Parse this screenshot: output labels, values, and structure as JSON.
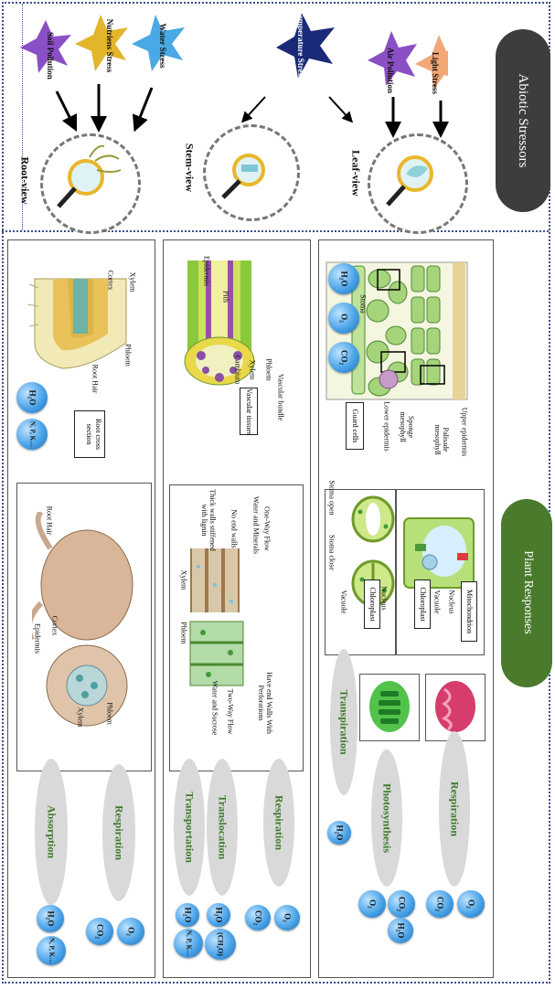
{
  "abiotic": {
    "title": "Abiotic Stressors",
    "stressors": [
      "Soil Pollution",
      "Nutriens Stress",
      "Water Stress",
      "Temperature Stress",
      "Air Pollution",
      "Light Stress"
    ],
    "views": [
      "Root-view",
      "Stem-view",
      "Leaf-view"
    ]
  },
  "plant_responses": {
    "title": "Plant Responses"
  },
  "leaf": {
    "labels": {
      "stoma": "Stoma",
      "upper_epidermis": "Upper epidermis",
      "palisade": "Palisade mesophyll",
      "sponge": "Sponge mesophyll",
      "lower_epidermis": "Lower epidermis",
      "guard_cells": "Guard cells",
      "stoma_open": "Stoma open",
      "stoma_close": "Stoma close",
      "vacuole_a": "Vacuole",
      "chloroplast_a": "Chloroplast",
      "nucleus_a": "Nucleus",
      "mitochondrion": "Mitochondrion",
      "nucleus_b": "Nucleus",
      "vacuole_b": "Vacuole",
      "chloroplast_b": "Chloroplast"
    },
    "inputs": [
      "H₂O",
      "O₂",
      "CO₂"
    ],
    "processes": {
      "transpiration": "Transpiration",
      "photosynthesis": "Photosynthesis",
      "respiration": "Respiration"
    },
    "transp_out": "H₂O",
    "photo_out": [
      "O₂",
      "CO₂",
      "H₂O"
    ],
    "resp_out": [
      "CO₂",
      "O₂"
    ]
  },
  "stem": {
    "labels": {
      "epidermis": "Epidermis",
      "pith": "Pith",
      "phloem": "Phloem",
      "xylem": "Xylem",
      "cambium": "Cambium",
      "vascular_bundle": "Vascular bundle",
      "vascular_tissues": "Vascular tissues",
      "xylem_flow": "One-Way Flow",
      "xylem_water": "Water and Minerals",
      "xylem_noend": "No end walls",
      "xylem_walls": "Thick walls stiffened with lignin",
      "xylem_title": "Xylem",
      "phloem_title": "Phloem",
      "phloem_walls": "Have end Walls With Perforations",
      "phloem_flow": "Two-Way Flow",
      "phloem_sucrose": "Water and Sucrose"
    },
    "processes": {
      "respiration": "Respiration",
      "translocation": "Translocation",
      "transportation": "Transportation"
    },
    "resp_out": [
      "O₂",
      "CO₂"
    ],
    "transl_out": [
      "(CH₂O)",
      "H₂O"
    ],
    "transp_out": [
      "N, P, K…",
      "H₂O"
    ]
  },
  "root": {
    "labels": {
      "xylem": "Xylem",
      "cortex": "Cortex",
      "phloem": "Phloem",
      "root_hair": "Root Hair",
      "root_cross": "Root cross section",
      "root_hair_b": "Root Hair",
      "cortex_b": "Cortex",
      "epidermis_b": "Epidermis",
      "phloem_b": "Phloem",
      "xylem_b": "Xylem"
    },
    "inputs": [
      "H₂O",
      "N, P, K…"
    ],
    "processes": {
      "respiration": "Respiration",
      "absorption": "Absorption"
    },
    "resp_out": [
      "O₂",
      "CO₂"
    ],
    "abs_out": [
      "H₂O",
      "N, P, K…"
    ]
  },
  "colors": {
    "green": "#3d7a2b",
    "blue": "#3a8fd9",
    "navy": "#1a2a78"
  }
}
